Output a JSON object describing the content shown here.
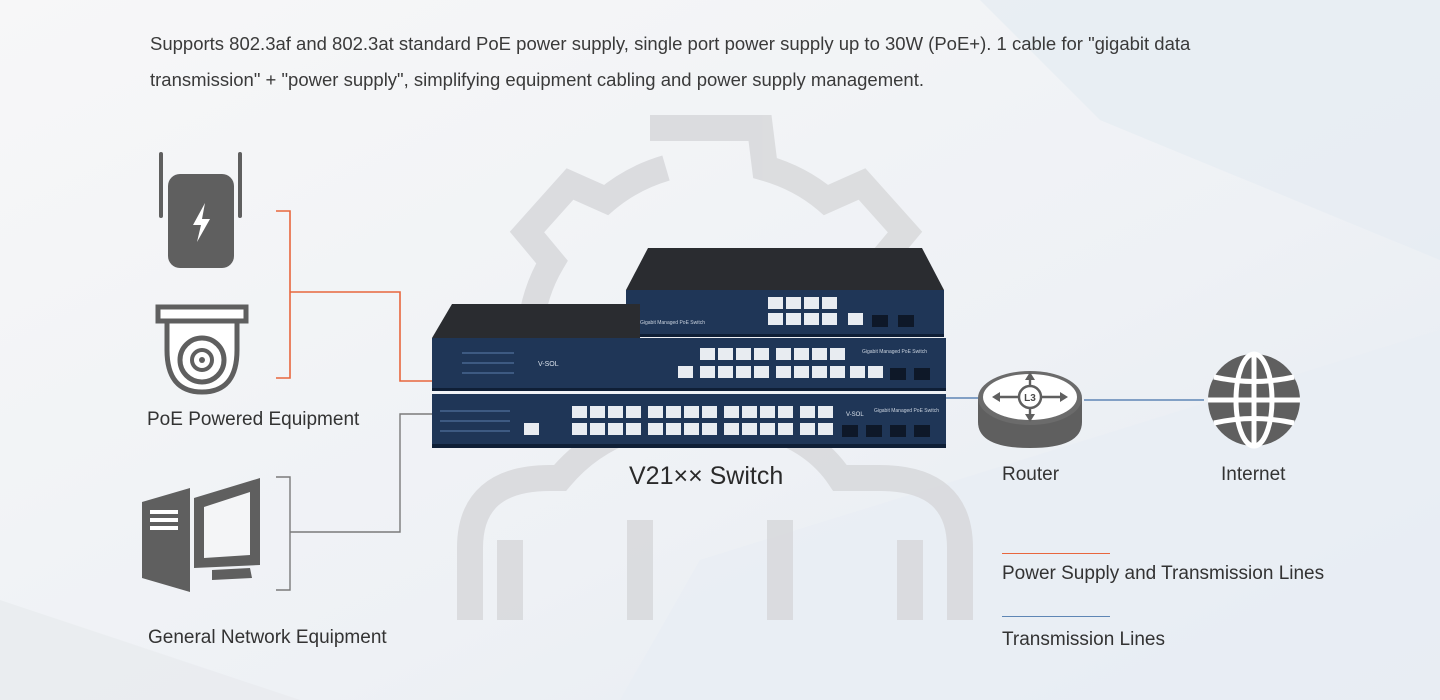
{
  "intro_text": "Supports 802.3af and 802.3at standard PoE power supply, single port power supply up to 30W (PoE+). 1 cable for \"gigabit data transmission\" + \"power supply\", simplifying equipment cabling and power supply management.",
  "groups": {
    "poe": "PoE Powered Equipment",
    "general": "General Network Equipment"
  },
  "switch": {
    "name": "V21×× Switch",
    "brand": "V-SOL",
    "top_label": "Gigabit Managed PoE Switch",
    "middle_label": "Gigabit Managed PoE Switch",
    "bottom_label": "Gigabit Managed PoE Switch"
  },
  "router": {
    "label": "Router",
    "badge": "L3"
  },
  "internet": {
    "label": "Internet"
  },
  "legend": [
    {
      "label": "Power Supply and Transmission Lines",
      "color": "#e8663d"
    },
    {
      "label": "Transmission Lines",
      "color": "#5e86b5"
    }
  ],
  "colors": {
    "power_line": "#e8663d",
    "transmission_line": "#5e86b5",
    "gray_line": "#7a7a7a",
    "icon": "#5f5f5f",
    "switch_blue": "#1f3657"
  },
  "icons": [
    "wifi-ap-icon",
    "bolt-icon",
    "camera-icon",
    "computer-icon",
    "router-icon",
    "globe-icon",
    "watermark-cloud-gear"
  ]
}
